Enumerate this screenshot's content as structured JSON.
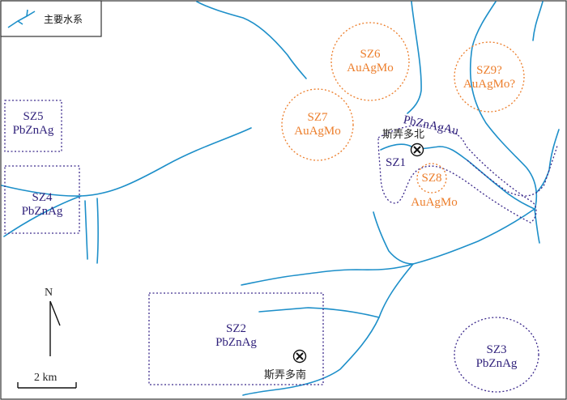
{
  "legend": {
    "label": "主要水系"
  },
  "zones": [
    {
      "id": "SZ1",
      "name": "SZ1",
      "minerals": "PbZnAgAu"
    },
    {
      "id": "SZ2",
      "name": "SZ2",
      "minerals": "PbZnAg"
    },
    {
      "id": "SZ3",
      "name": "SZ3",
      "minerals": "PbZnAg"
    },
    {
      "id": "SZ4",
      "name": "SZ4",
      "minerals": "PbZnAg"
    },
    {
      "id": "SZ5",
      "name": "SZ5",
      "minerals": "PbZnAg"
    },
    {
      "id": "SZ6",
      "name": "SZ6",
      "minerals": "AuAgMo"
    },
    {
      "id": "SZ7",
      "name": "SZ7",
      "minerals": "AuAgMo"
    },
    {
      "id": "SZ8",
      "name": "SZ8",
      "minerals": "AuAgMo"
    },
    {
      "id": "SZ9",
      "name": "SZ9?",
      "minerals": "AuAgMo?"
    }
  ],
  "deposits": [
    {
      "name": "斯弄多北"
    },
    {
      "name": "斯弄多南"
    }
  ],
  "north_arrow": {
    "label": "N"
  },
  "scale_bar": {
    "label": "2 km"
  },
  "colors": {
    "river": "#1d8fc9",
    "zone_pb": "#3c2a8c",
    "zone_au": "#ec7d2a",
    "border": "#333333"
  }
}
